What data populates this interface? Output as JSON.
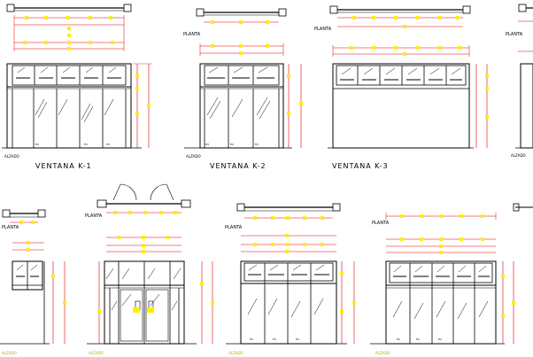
{
  "colors": {
    "background": "#ffffff",
    "frame": "#000000",
    "dimension_line": "#e00000",
    "dimension_marker": "#ffee00",
    "accent_yellow": "#c9a400"
  },
  "labels": {
    "planta": "PLANTA",
    "alzado": "ALZADO"
  },
  "windows": [
    {
      "id": "k1",
      "title": "VENTANA K-1"
    },
    {
      "id": "k2",
      "title": "VENTANA K-2"
    },
    {
      "id": "k3",
      "title": "VENTANA K-3"
    }
  ]
}
